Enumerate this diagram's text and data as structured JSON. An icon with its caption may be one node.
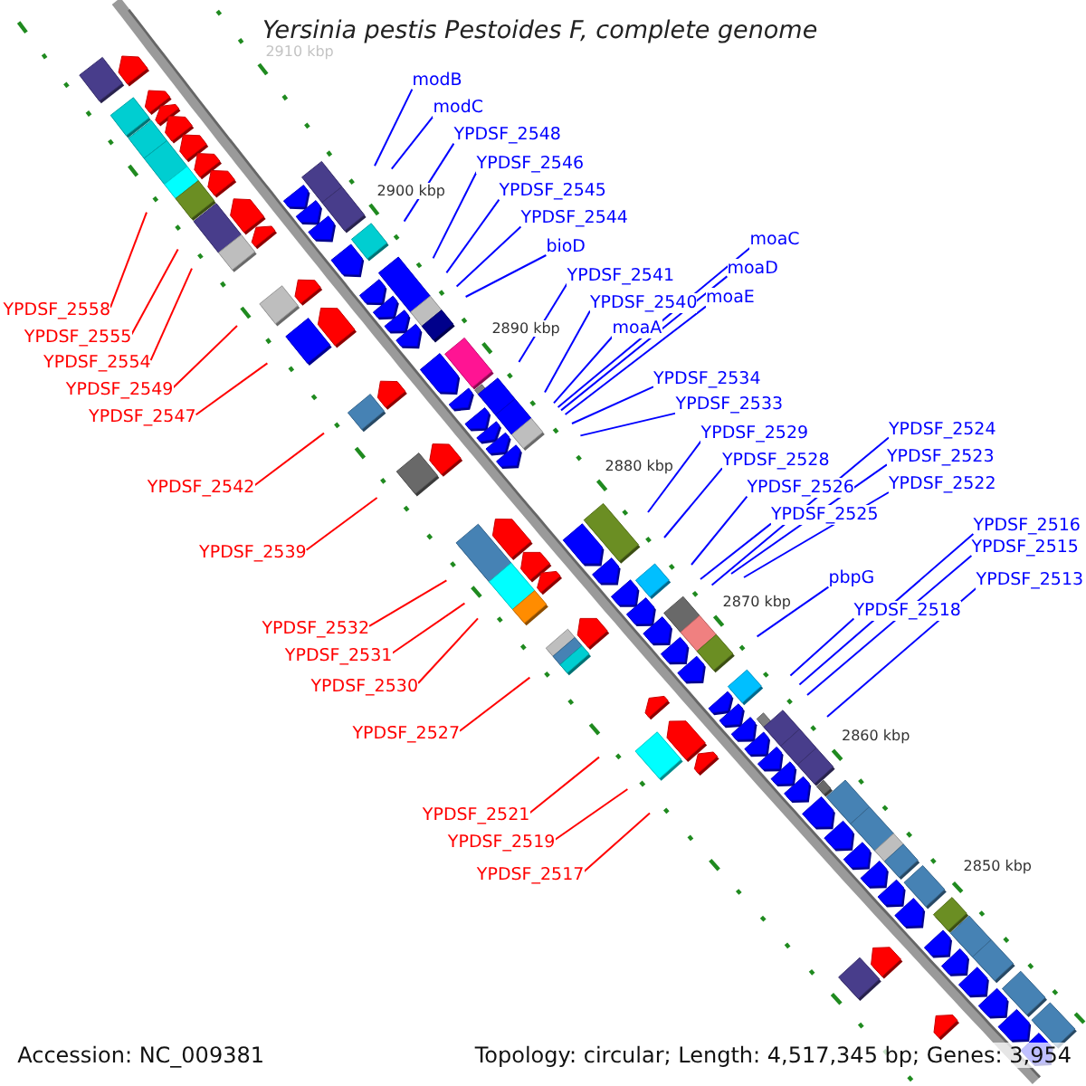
{
  "diagram": {
    "title": "Yersinia pestis Pestoides F, complete genome",
    "nodes": [
      {
        "text": [
          "modB"
        ]
      },
      {
        "text": [
          "modC"
        ]
      },
      {
        "text": [
          "YPDSF_2548"
        ]
      },
      {
        "text": [
          "YPDSF_2546"
        ]
      },
      {
        "text": [
          "YPDSF_2545"
        ]
      },
      {
        "text": [
          "YPDSF_2544"
        ]
      },
      {
        "text": [
          "moaC"
        ]
      },
      {
        "text": [
          "bioD"
        ]
      },
      {
        "text": [
          "moaD"
        ]
      },
      {
        "text": [
          "YPDSF_2541"
        ]
      },
      {
        "text": [
          "moaE"
        ]
      },
      {
        "text": [
          "YPDSF_2540"
        ]
      },
      {
        "text": [
          "YPDSF_2558"
        ]
      },
      {
        "text": [
          "moaA"
        ]
      },
      {
        "text": [
          "YPDSF_2555"
        ]
      },
      {
        "text": [
          "YPDSF_2554"
        ]
      },
      {
        "text": [
          "YPDSF_2534"
        ]
      },
      {
        "text": [
          "YPDSF_2549"
        ]
      },
      {
        "text": [
          "YPDSF_2533"
        ]
      },
      {
        "text": [
          "YPDSF_2547"
        ]
      },
      {
        "text": [
          "YPDSF_2524"
        ]
      },
      {
        "text": [
          "YPDSF_2529"
        ]
      },
      {
        "text": [
          "YPDSF_2523"
        ]
      },
      {
        "text": [
          "YPDSF_2528"
        ]
      },
      {
        "text": [
          "YPDSF_2522"
        ]
      },
      {
        "text": [
          "YPDSF_2526"
        ]
      },
      {
        "text": [
          "YPDSF_2542"
        ]
      },
      {
        "text": [
          "YPDSF_2525"
        ]
      },
      {
        "text": [
          "YPDSF_2516"
        ]
      },
      {
        "text": [
          "YPDSF_2515"
        ]
      },
      {
        "text": [
          "YPDSF_2539"
        ]
      },
      {
        "text": [
          "pbpG"
        ]
      },
      {
        "text": [
          "YPDSF_2513"
        ]
      },
      {
        "text": [
          "YPDSF_2518"
        ]
      },
      {
        "text": [
          "YPDSF_2532"
        ]
      },
      {
        "text": [
          "YPDSF_2531"
        ]
      },
      {
        "text": [
          "YPDSF_2530"
        ]
      },
      {
        "text": [
          "YPDSF_2527"
        ]
      },
      {
        "text": [
          "YPDSF_2521"
        ]
      },
      {
        "text": [
          "YPDSF_2519"
        ]
      },
      {
        "text": [
          "YPDSF_2517"
        ]
      }
    ],
    "edges": [
      {
        "from": 0,
        "to": null,
        "arrow": "none"
      },
      {
        "from": 1,
        "to": null,
        "arrow": "none"
      },
      {
        "from": 2,
        "to": null,
        "arrow": "none"
      },
      {
        "from": 3,
        "to": null,
        "arrow": "none"
      },
      {
        "from": 4,
        "to": null,
        "arrow": "none"
      },
      {
        "from": 5,
        "to": null,
        "arrow": "none"
      },
      {
        "from": 6,
        "to": null,
        "arrow": "none"
      },
      {
        "from": 7,
        "to": null,
        "arrow": "none"
      },
      {
        "from": 8,
        "to": null,
        "arrow": "none"
      },
      {
        "from": 9,
        "to": null,
        "arrow": "none"
      },
      {
        "from": 10,
        "to": null,
        "arrow": "none"
      },
      {
        "from": 11,
        "to": null,
        "arrow": "none"
      },
      {
        "from": 12,
        "to": null,
        "arrow": "none",
        "color": "#ff0000"
      },
      {
        "from": 13,
        "to": null,
        "arrow": "none"
      },
      {
        "from": 14,
        "to": null,
        "arrow": "none",
        "color": "#ff0000"
      },
      {
        "from": 15,
        "to": null,
        "arrow": "none",
        "color": "#ff0000"
      },
      {
        "from": 16,
        "to": null,
        "arrow": "none"
      },
      {
        "from": 17,
        "to": null,
        "arrow": "none",
        "color": "#ff0000"
      },
      {
        "from": 18,
        "to": null,
        "arrow": "none"
      },
      {
        "from": 19,
        "to": null,
        "arrow": "none",
        "color": "#ff0000"
      },
      {
        "from": 20,
        "to": null,
        "arrow": "none"
      },
      {
        "from": 21,
        "to": null,
        "arrow": "none"
      },
      {
        "from": 22,
        "to": null,
        "arrow": "none"
      },
      {
        "from": 23,
        "to": null,
        "arrow": "none"
      },
      {
        "from": 24,
        "to": null,
        "arrow": "none"
      },
      {
        "from": 25,
        "to": null,
        "arrow": "none"
      },
      {
        "from": 26,
        "to": null,
        "arrow": "none",
        "color": "#ff0000"
      },
      {
        "from": 27,
        "to": null,
        "arrow": "none"
      },
      {
        "from": 28,
        "to": null,
        "arrow": "none"
      },
      {
        "from": 29,
        "to": null,
        "arrow": "none"
      },
      {
        "from": 30,
        "to": null,
        "arrow": "none",
        "color": "#ff0000"
      },
      {
        "from": 31,
        "to": null,
        "arrow": "none"
      },
      {
        "from": 32,
        "to": null,
        "arrow": "none"
      },
      {
        "from": 33,
        "to": null,
        "arrow": "none"
      },
      {
        "from": 34,
        "to": null,
        "arrow": "none",
        "color": "#ff0000"
      },
      {
        "from": 35,
        "to": null,
        "arrow": "none",
        "color": "#ff0000"
      },
      {
        "from": 36,
        "to": null,
        "arrow": "none",
        "color": "#ff0000"
      },
      {
        "from": 37,
        "to": null,
        "arrow": "none",
        "color": "#ff0000"
      },
      {
        "from": 38,
        "to": null,
        "arrow": "none",
        "color": "#ff0000"
      },
      {
        "from": 39,
        "to": null,
        "arrow": "none",
        "color": "#ff0000"
      },
      {
        "from": 40,
        "to": null,
        "arrow": "none",
        "color": "#ff0000"
      }
    ],
    "labels": [
      "2910 kbp",
      "2900 kbp",
      "2890 kbp",
      "2880 kbp",
      "2870 kbp",
      "2860 kbp",
      "2850 kbp",
      "Accession: NC_009381",
      "Topology: circular; Length: 4,517,345 bp; Genes: 3,954"
    ]
  }
}
